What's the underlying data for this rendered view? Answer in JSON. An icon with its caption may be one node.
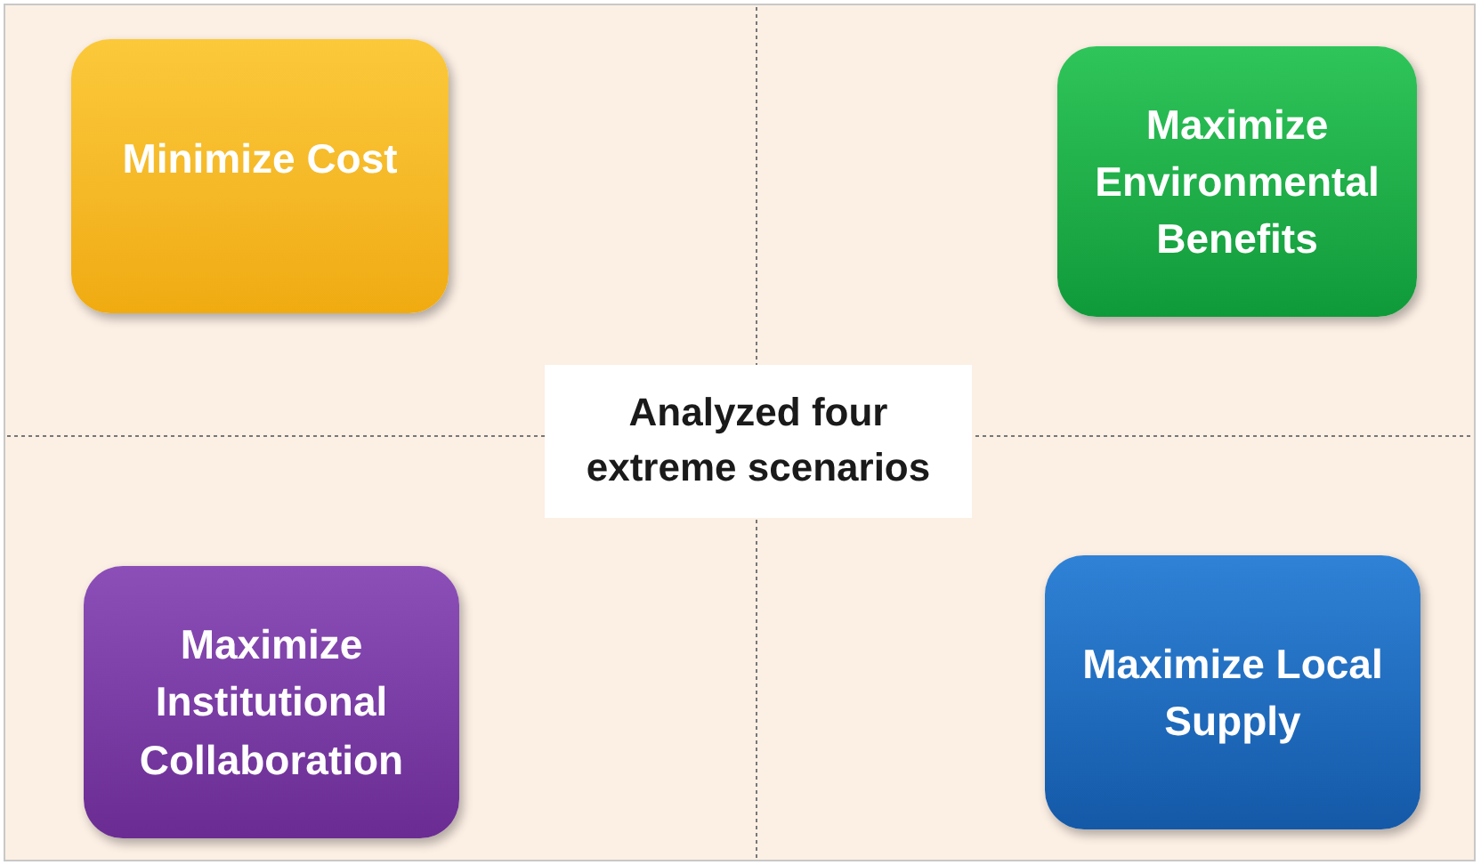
{
  "diagram": {
    "nodes": [
      {
        "text": [
          "Minimize Cost"
        ]
      },
      {
        "text": [
          "Maximize Environmental Benefits"
        ]
      },
      {
        "text": [
          "Analyzed four extreme scenarios"
        ]
      },
      {
        "text": [
          "Maximize Institutional Collaboration"
        ]
      },
      {
        "text": [
          "Maximize Local Supply"
        ]
      }
    ]
  }
}
